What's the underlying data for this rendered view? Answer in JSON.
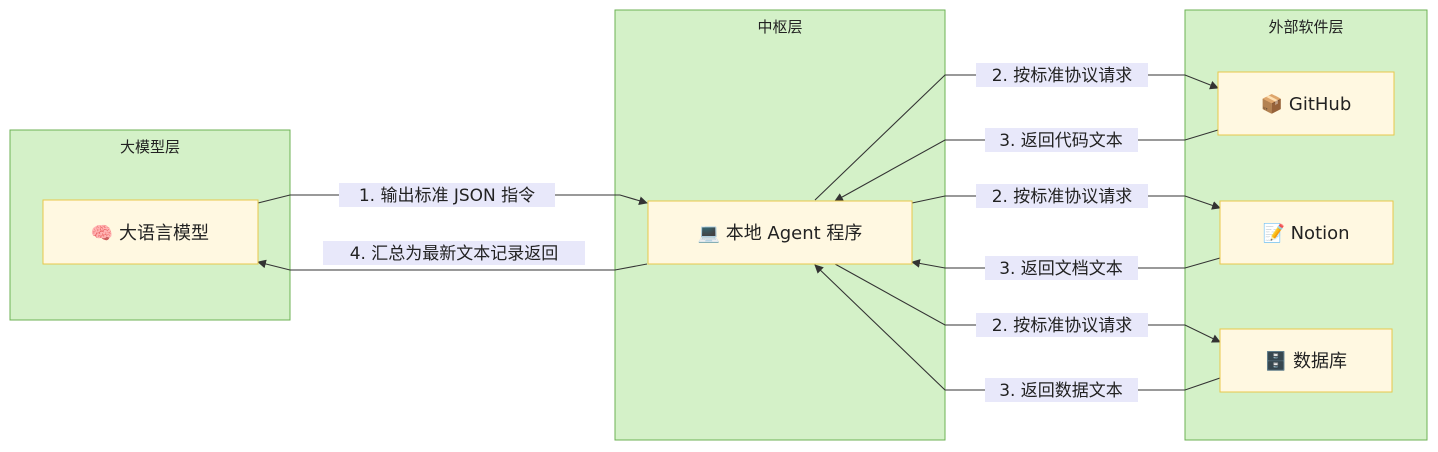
{
  "clusters": {
    "llm_layer": {
      "title": "大模型层"
    },
    "hub_layer": {
      "title": "中枢层"
    },
    "external_layer": {
      "title": "外部软件层"
    }
  },
  "nodes": {
    "llm": {
      "label": "🧠 大语言模型"
    },
    "agent": {
      "label": "💻 本地 Agent 程序"
    },
    "github": {
      "label": "📦 GitHub"
    },
    "notion": {
      "label": "📝 Notion"
    },
    "database": {
      "label": "🗄️ 数据库"
    }
  },
  "edges": {
    "llm_to_agent": {
      "label": "1. 输出标准 JSON 指令"
    },
    "agent_to_llm": {
      "label": "4. 汇总为最新文本记录返回"
    },
    "agent_to_github": {
      "label": "2. 按标准协议请求"
    },
    "github_to_agent": {
      "label": "3. 返回代码文本"
    },
    "agent_to_notion": {
      "label": "2. 按标准协议请求"
    },
    "notion_to_agent": {
      "label": "3. 返回文档文本"
    },
    "agent_to_database": {
      "label": "2. 按标准协议请求"
    },
    "database_to_agent": {
      "label": "3. 返回数据文本"
    }
  }
}
